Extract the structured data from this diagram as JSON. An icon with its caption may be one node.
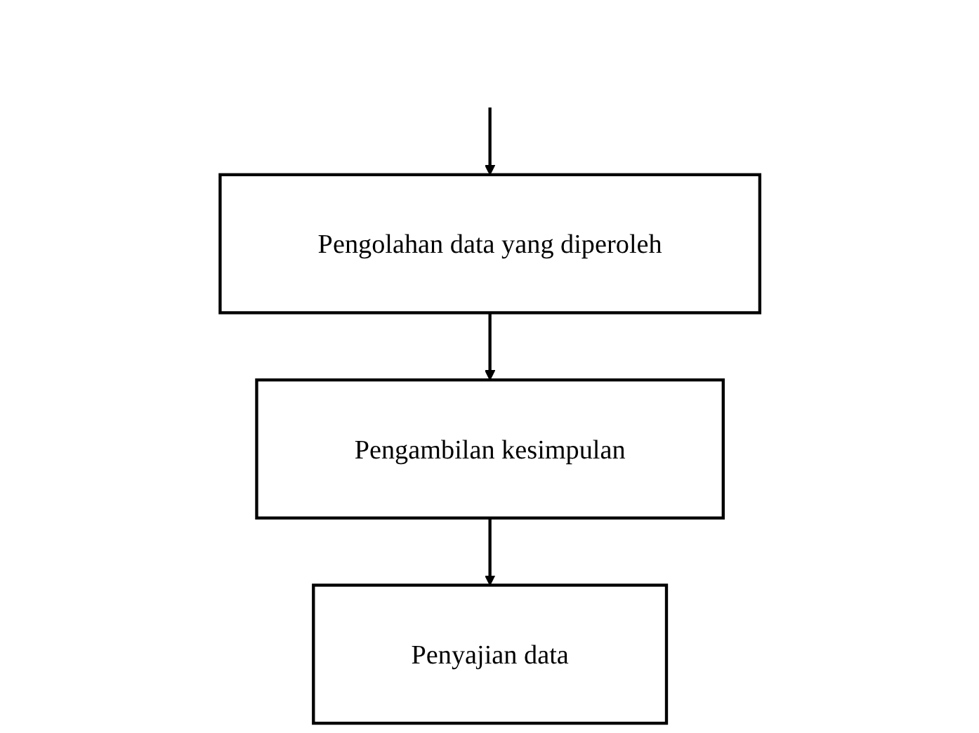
{
  "diagram": {
    "nodes": [
      {
        "text": [
          "Pengolahan data yang diperoleh"
        ]
      },
      {
        "text": [
          "Pengambilan kesimpulan"
        ]
      },
      {
        "text": [
          "Penyajian data"
        ]
      }
    ],
    "edges": [
      {
        "from": null,
        "to": 0,
        "arrow": "to"
      },
      {
        "from": 0,
        "to": 1,
        "arrow": "to"
      },
      {
        "from": 1,
        "to": 2,
        "arrow": "to"
      }
    ]
  }
}
